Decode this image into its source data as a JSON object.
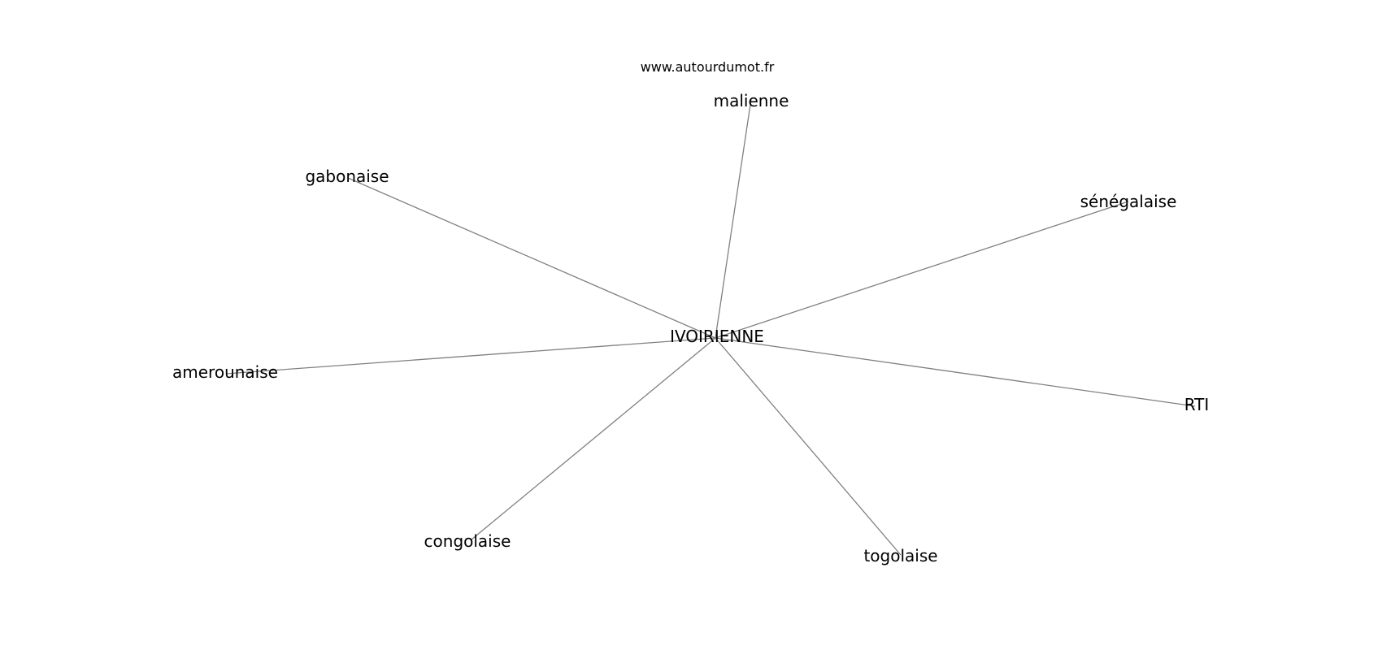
{
  "watermark": "www.autourdumot.fr",
  "center": {
    "label": "IVOIRIENNE"
  },
  "neighbors": [
    {
      "id": "malienne",
      "label": "malienne"
    },
    {
      "id": "gabonaise",
      "label": "gabonaise"
    },
    {
      "id": "senegalaise",
      "label": "sénégalaise"
    },
    {
      "id": "amerounaise",
      "label": "amerounaise"
    },
    {
      "id": "rti",
      "label": "RTI"
    },
    {
      "id": "congolaise",
      "label": "congolaise"
    },
    {
      "id": "togolaise",
      "label": "togolaise"
    }
  ],
  "colors": {
    "edge": "#808080",
    "text": "#000000",
    "background": "#ffffff"
  }
}
